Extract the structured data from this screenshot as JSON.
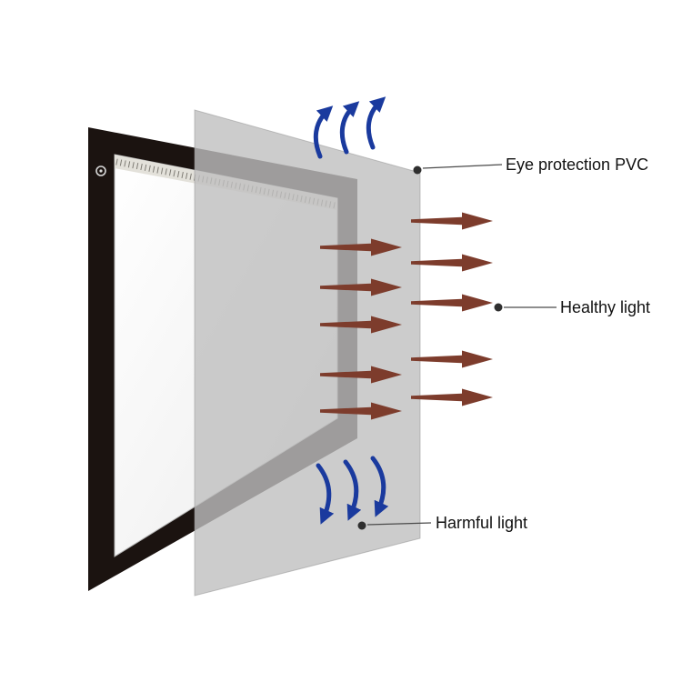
{
  "page": {
    "background": "#ffffff"
  },
  "diagram": {
    "labels": {
      "pvc": "Eye protection PVC",
      "healthy": "Healthy light",
      "harmful": "Harmful light"
    },
    "colors": {
      "label_text": "#111111",
      "healthy_arrow": "#7d3c2c",
      "harmful_arrow": "#1a3a9e",
      "sheet": "#bfbfbf",
      "pad_frame": "#1b1310",
      "leader_line": "#4a4a4a"
    }
  }
}
